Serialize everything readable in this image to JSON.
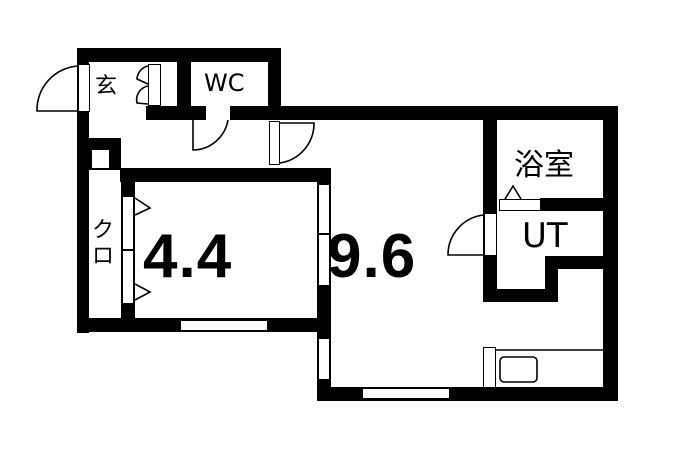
{
  "floor_plan": {
    "rooms": [
      {
        "id": "genkan",
        "label": "玄"
      },
      {
        "id": "wc",
        "label": "WC"
      },
      {
        "id": "bath",
        "label": "浴室"
      },
      {
        "id": "ut",
        "label": "UT"
      },
      {
        "id": "closet",
        "label": "クロ"
      },
      {
        "id": "room1",
        "label": "4.4"
      },
      {
        "id": "room2",
        "label": "9.6"
      }
    ],
    "colors": {
      "wall": "#000000",
      "background": "#ffffff"
    }
  }
}
